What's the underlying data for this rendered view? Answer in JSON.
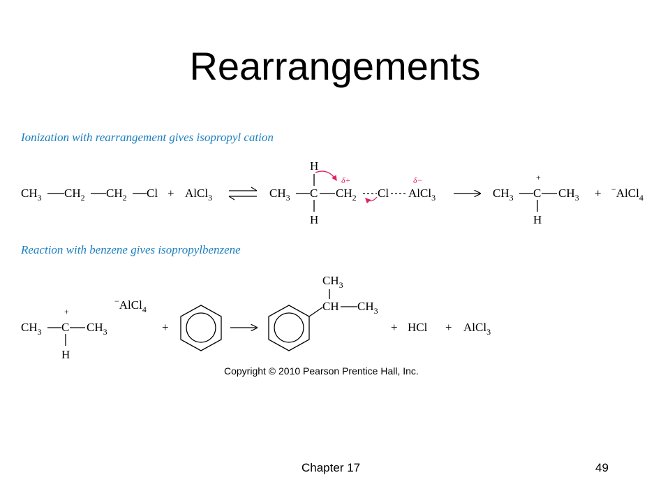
{
  "slide": {
    "title": "Rearrangements",
    "copyright": "Copyright © 2010 Pearson Prentice Hall, Inc.",
    "footer_left": "Chapter 17",
    "footer_right": "49"
  },
  "colors": {
    "caption": "#1a7fc0",
    "arrow_accent": "#e0206a"
  },
  "reaction1": {
    "caption": "Ionization with rearrangement gives isopropyl cation",
    "reactant_chain": [
      "CH3",
      "CH2",
      "CH2",
      "Cl"
    ],
    "reagent": "AlCl3",
    "intermediate": {
      "top": "H",
      "bottom": "H",
      "center": "C",
      "delta_plus": "δ+",
      "delta_minus": "δ−"
    },
    "product_cation": {
      "left": "CH3",
      "center": "C",
      "right": "CH3",
      "bottom": "H",
      "charge": "+"
    },
    "product_anion": "AlCl4"
  },
  "reaction2": {
    "caption": "Reaction with benzene gives isopropylbenzene",
    "cation": {
      "left": "CH3",
      "center": "C",
      "right": "CH3",
      "bottom": "H"
    },
    "counter_ion": "AlCl4",
    "product_substituent": {
      "top": "CH3",
      "ch": "CH",
      "right": "CH3"
    },
    "byproducts": [
      "HCl",
      "AlCl3"
    ]
  }
}
